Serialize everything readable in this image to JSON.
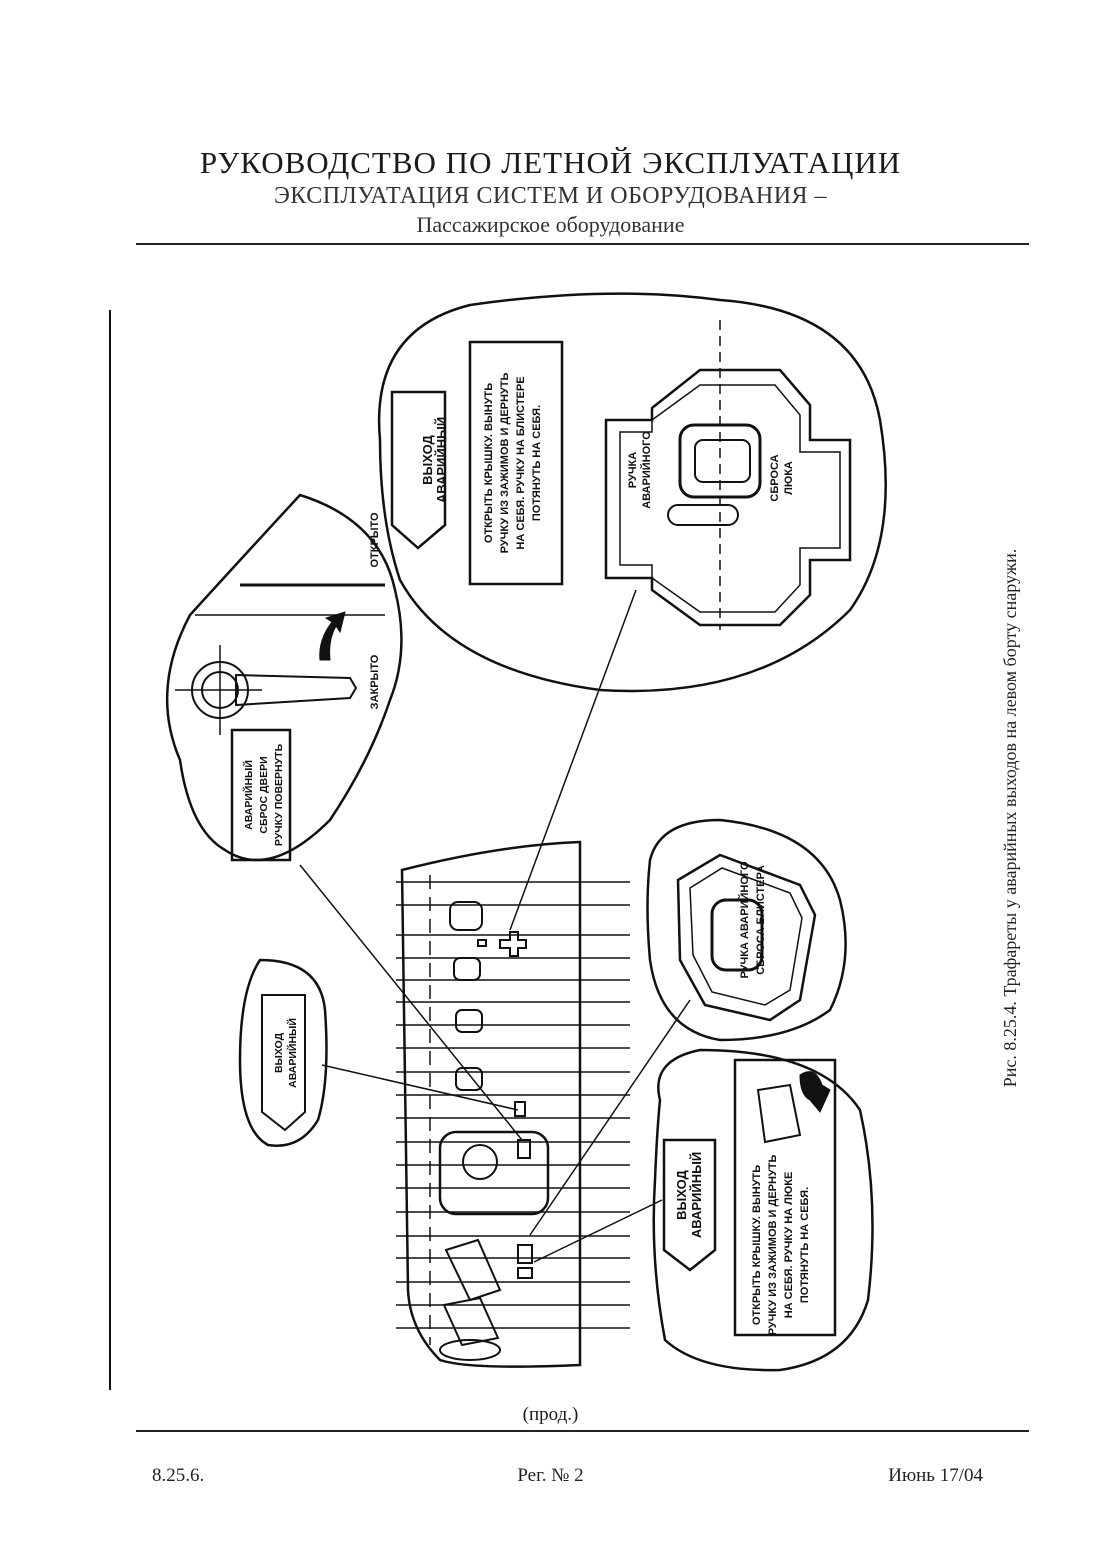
{
  "header": {
    "title": "РУКОВОДСТВО ПО ЛЕТНОЙ ЭКСПЛУАТАЦИИ",
    "subtitle": "ЭКСПЛУАТАЦИЯ СИСТЕМ И ОБОРУДОВАНИЯ –",
    "subtitle2": "Пассажирское оборудование"
  },
  "figure": {
    "caption": "Рис. 8.25.4. Трафареты у аварийных выходов на левом борту снаружи.",
    "placard_top": {
      "exit_label_1": "ВЫХОД",
      "exit_label_2": "АВАРИЙНЫЙ",
      "instruction": [
        "ОТКРЫТЬ КРЫШКУ. ВЫНУТЬ",
        "РУЧКУ ИЗ ЗАЖИМОВ И ДЕРНУТЬ",
        "НА СЕБЯ. РУЧКУ НА БЛИСТЕРЕ",
        "ПОТЯНУТЬ НА СЕБЯ."
      ],
      "handle_label_1": "РУЧКА",
      "handle_label_2": "АВАРИЙНОГО",
      "release_label_1": "СБРОСА",
      "release_label_2": "ЛЮКА"
    },
    "door_placard": {
      "instruction": [
        "АВАРИЙНЫЙ",
        "СБРОС ДВЕРИ",
        "РУЧКУ ПОВЕРНУТЬ"
      ],
      "open_label": "ОТКРЫТО",
      "closed_label": "ЗАКРЫТО"
    },
    "small_exit_placard": {
      "line1": "ВЫХОД",
      "line2": "АВАРИЙНЫЙ"
    },
    "blister_placard": {
      "line1": "РУЧКА АВАРИЙНОГО",
      "line2": "СБРОСА БЛИСТЕРА"
    },
    "placard_bottom": {
      "exit_label_1": "ВЫХОД",
      "exit_label_2": "АВАРИЙНЫЙ",
      "instruction": [
        "ОТКРЫТЬ КРЫШКУ. ВЫНУТЬ",
        "РУЧКУ ИЗ ЗАЖИМОВ И ДЕРНУТЬ",
        "НА СЕБЯ. РУЧКУ НА ЛЮКЕ",
        "ПОТЯНУТЬ НА СЕБЯ."
      ]
    }
  },
  "continued": "(прод.)",
  "footer": {
    "section": "8.25.6.",
    "revision": "Рег. № 2",
    "date": "Июнь 17/04"
  }
}
